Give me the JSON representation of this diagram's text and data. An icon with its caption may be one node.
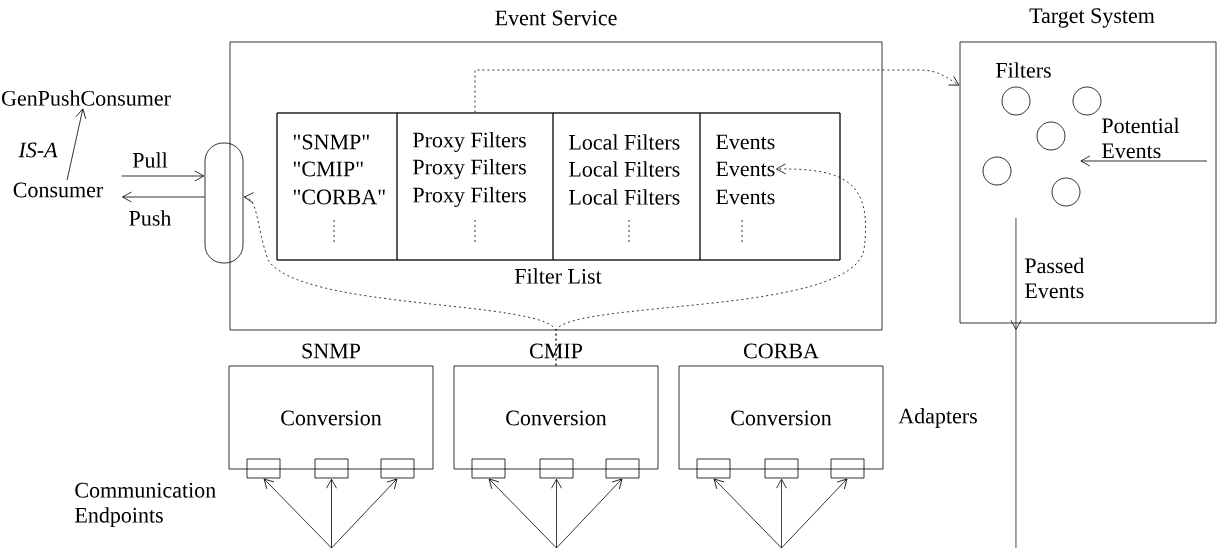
{
  "diagram": {
    "nodes": [
      {
        "text": [
          "Event Service"
        ]
      },
      {
        "text": [],
        "shape": "box"
      },
      {
        "text": [
          "Filter List"
        ],
        "in": 0
      },
      {
        "text": [
          "\"SNMP\"",
          "\"CMIP\"",
          "\"CORBA\""
        ],
        "in": 2
      },
      {
        "text": [
          "Proxy Filters",
          "Proxy Filters",
          "Proxy Filters"
        ],
        "in": 2
      },
      {
        "text": [
          "Local Filters",
          "Local Filters",
          "Local Filters"
        ],
        "in": 2
      },
      {
        "text": [
          "Events",
          "Events",
          "Events"
        ],
        "in": 2
      },
      {
        "text": [
          "Target System",
          "Filters",
          "Potential Events",
          "Passed Events"
        ]
      },
      {
        "text": [],
        "shape": "circle",
        "in": 7
      },
      {
        "text": [],
        "shape": "circle",
        "in": 7
      },
      {
        "text": [],
        "shape": "circle",
        "in": 7
      },
      {
        "text": [],
        "shape": "circle",
        "in": 7
      },
      {
        "text": [],
        "shape": "circle",
        "in": 7
      },
      {
        "text": [
          "GenPushConsumer"
        ]
      },
      {
        "text": [
          "Consumer"
        ]
      },
      {
        "text": [
          "SNMP",
          "Conversion"
        ]
      },
      {
        "text": [
          "CMIP",
          "Conversion"
        ]
      },
      {
        "text": [
          "CORBA",
          "Conversion"
        ]
      },
      {
        "text": [],
        "shape": "box"
      },
      {
        "text": [],
        "shape": "box"
      },
      {
        "text": [],
        "shape": "box"
      },
      {
        "text": [],
        "shape": "box"
      },
      {
        "text": [],
        "shape": "box"
      },
      {
        "text": [],
        "shape": "box"
      },
      {
        "text": [],
        "shape": "box"
      },
      {
        "text": [],
        "shape": "box"
      },
      {
        "text": [],
        "shape": "box"
      }
    ],
    "edges": [
      {
        "from": 14,
        "to": 13,
        "arrow": "to",
        "label": "IS-A"
      },
      {
        "from": 14,
        "to": 1,
        "arrow": "to",
        "label": "Pull"
      },
      {
        "from": 1,
        "to": 14,
        "arrow": "to",
        "label": "Push"
      },
      {
        "from": 4,
        "to": 7,
        "arrow": "to",
        "style": "dashed"
      },
      {
        "from": 16,
        "to": 1,
        "arrow": "to",
        "style": "dashed"
      },
      {
        "from": 16,
        "to": 6,
        "arrow": "to",
        "style": "dashed"
      },
      {
        "from": null,
        "to": 18,
        "arrow": "to"
      },
      {
        "from": null,
        "to": 19,
        "arrow": "to"
      },
      {
        "from": null,
        "to": 20,
        "arrow": "to"
      },
      {
        "from": null,
        "to": 21,
        "arrow": "to"
      },
      {
        "from": null,
        "to": 22,
        "arrow": "to"
      },
      {
        "from": null,
        "to": 23,
        "arrow": "to"
      },
      {
        "from": null,
        "to": 24,
        "arrow": "to"
      },
      {
        "from": null,
        "to": 25,
        "arrow": "to"
      },
      {
        "from": null,
        "to": 26,
        "arrow": "to"
      }
    ],
    "labels": [
      "Adapters",
      "Communication Endpoints"
    ]
  }
}
